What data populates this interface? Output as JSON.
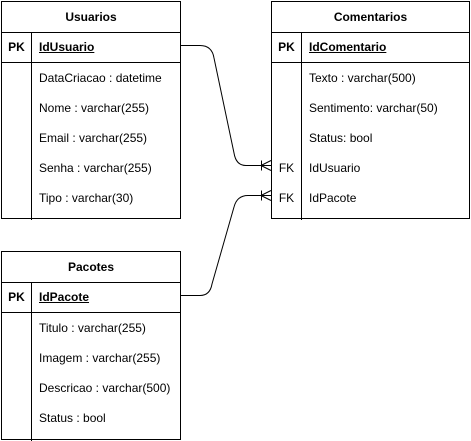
{
  "usuarios": {
    "title": "Usuarios",
    "pk_key": "PK",
    "pk_name": "IdUsuario",
    "attrs": [
      {
        "key": "",
        "name": "DataCriacao : datetime"
      },
      {
        "key": "",
        "name": "Nome :  varchar(255)"
      },
      {
        "key": "",
        "name": "Email : varchar(255)"
      },
      {
        "key": "",
        "name": "Senha : varchar(255)"
      },
      {
        "key": "",
        "name": "Tipo : varchar(30)"
      }
    ]
  },
  "comentarios": {
    "title": "Comentarios",
    "pk_key": "PK",
    "pk_name": "IdComentario",
    "attrs": [
      {
        "key": "",
        "name": "Texto : varchar(500)"
      },
      {
        "key": "",
        "name": "Sentimento: varchar(50)"
      },
      {
        "key": "",
        "name": "Status: bool"
      },
      {
        "key": "FK",
        "name": "IdUsuario"
      },
      {
        "key": "FK",
        "name": "IdPacote"
      }
    ]
  },
  "pacotes": {
    "title": "Pacotes",
    "pk_key": "PK",
    "pk_name": "IdPacote",
    "attrs": [
      {
        "key": "",
        "name": "Titulo : varchar(255)"
      },
      {
        "key": "",
        "name": "Imagem : varchar(255)"
      },
      {
        "key": "",
        "name": "Descricao : varchar(500)"
      },
      {
        "key": "",
        "name": "Status : bool"
      }
    ]
  }
}
